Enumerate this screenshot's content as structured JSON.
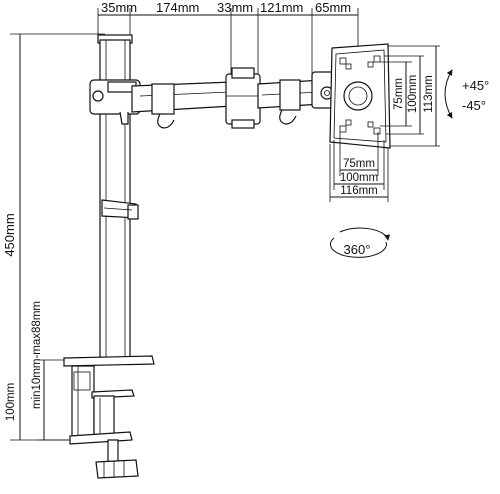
{
  "diagram": {
    "top_dimensions": [
      "35mm",
      "174mm",
      "33mm",
      "121mm",
      "65mm"
    ],
    "vesa_vertical": [
      "75mm",
      "100mm",
      "113mm"
    ],
    "vesa_horizontal": [
      "75mm",
      "100mm",
      "116mm"
    ],
    "tilt": {
      "up": "+45°",
      "down": "-45°"
    },
    "rotation": "360°",
    "pole_height": "450mm",
    "clamp_range": "min10mm-max88mm",
    "clamp_height": "100mm"
  }
}
